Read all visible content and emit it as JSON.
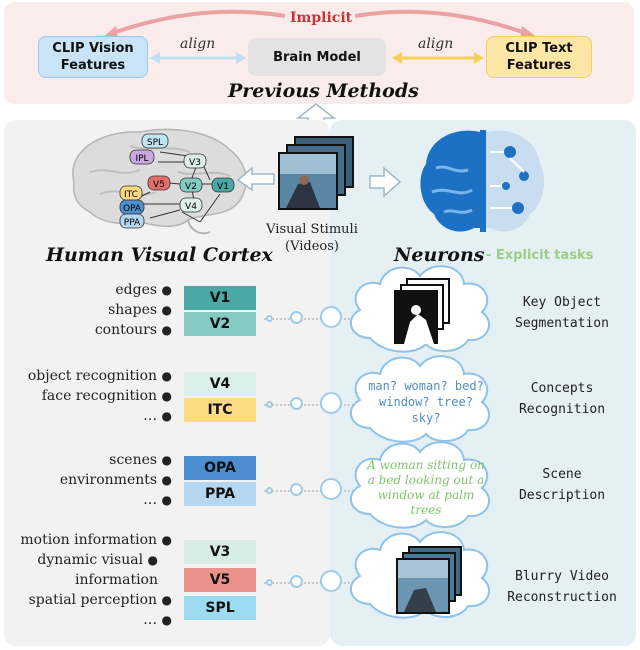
{
  "top": {
    "implicit": "Implicit",
    "clip_vision": [
      "CLIP Vision",
      "Features"
    ],
    "brain_model": "Brain Model",
    "clip_text": [
      "CLIP Text",
      "Features"
    ],
    "align_left": "align",
    "align_right": "align",
    "title": "Previous Methods"
  },
  "brain_regions_diagram": [
    "SPL",
    "IPL",
    "V3",
    "V5",
    "V2",
    "V1",
    "ITC",
    "V4",
    "OPA",
    "PPA"
  ],
  "stimuli": {
    "line1": "Visual Stimuli",
    "line2": "(Videos)"
  },
  "left": {
    "title": "Human Visual Cortex"
  },
  "right": {
    "title": "Neurons",
    "explicit": "- Explicit tasks"
  },
  "groups": [
    {
      "functions": [
        "edges",
        "shapes",
        "contours"
      ],
      "regions": [
        {
          "name": "V1",
          "color": "#4aa8a5"
        },
        {
          "name": "V2",
          "color": "#86cbc3"
        }
      ]
    },
    {
      "functions": [
        "object recognition",
        "face recognition",
        "…"
      ],
      "regions": [
        {
          "name": "V4",
          "color": "#dcefe8"
        },
        {
          "name": "ITC",
          "color": "#fcdb83"
        }
      ]
    },
    {
      "functions": [
        "scenes",
        "environments",
        "…"
      ],
      "regions": [
        {
          "name": "OPA",
          "color": "#4d8ed0"
        },
        {
          "name": "PPA",
          "color": "#b4d6f1"
        }
      ]
    },
    {
      "functions": [
        "motion information",
        "dynamic visual",
        "information",
        "spatial perception",
        "…"
      ],
      "regions": [
        {
          "name": "V3",
          "color": "#d6ece4"
        },
        {
          "name": "V5",
          "color": "#e9918b"
        },
        {
          "name": "SPL",
          "color": "#9bdcf3"
        }
      ]
    }
  ],
  "tasks": [
    {
      "label": [
        "Key Object",
        "Segmentation"
      ]
    },
    {
      "label": [
        "Concepts",
        "Recognition"
      ],
      "cloud": [
        "man? woman? bed?",
        "window? tree?",
        "sky?"
      ]
    },
    {
      "label": [
        "Scene",
        "Description"
      ],
      "cloud": [
        "A woman sitting on",
        "a bed looking out a",
        "window at palm",
        "trees"
      ]
    },
    {
      "label": [
        "Blurry Video",
        "Reconstruction"
      ]
    }
  ],
  "colors": {
    "top_panel": "#fbecec",
    "left_panel": "#f2f2f2",
    "right_panel": "#e5f0f5",
    "implicit": "#c23636",
    "explicit": "#9ccf85"
  }
}
